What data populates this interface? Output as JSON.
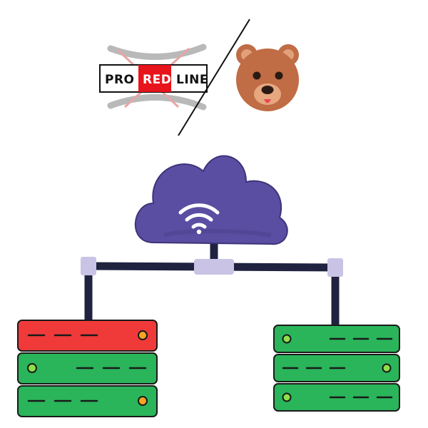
{
  "logo": {
    "word_1": "PRO",
    "word_2": "RED",
    "word_3": "LINE"
  },
  "colors": {
    "brand_red": "#e8141b",
    "cloud_purple": "#5a4ea3",
    "cloud_shade": "#4d428f",
    "connector": "#c9c3e6",
    "cable": "#1f2340",
    "server_red": "#f03a3a",
    "server_green": "#2ab55a",
    "led_orange": "#f5a623",
    "led_green": "#8ee04a",
    "bear_fur": "#c06c45",
    "bear_light": "#e7a77f"
  },
  "icons": {
    "mascot": "bear-face-icon",
    "network": "wifi-icon"
  }
}
